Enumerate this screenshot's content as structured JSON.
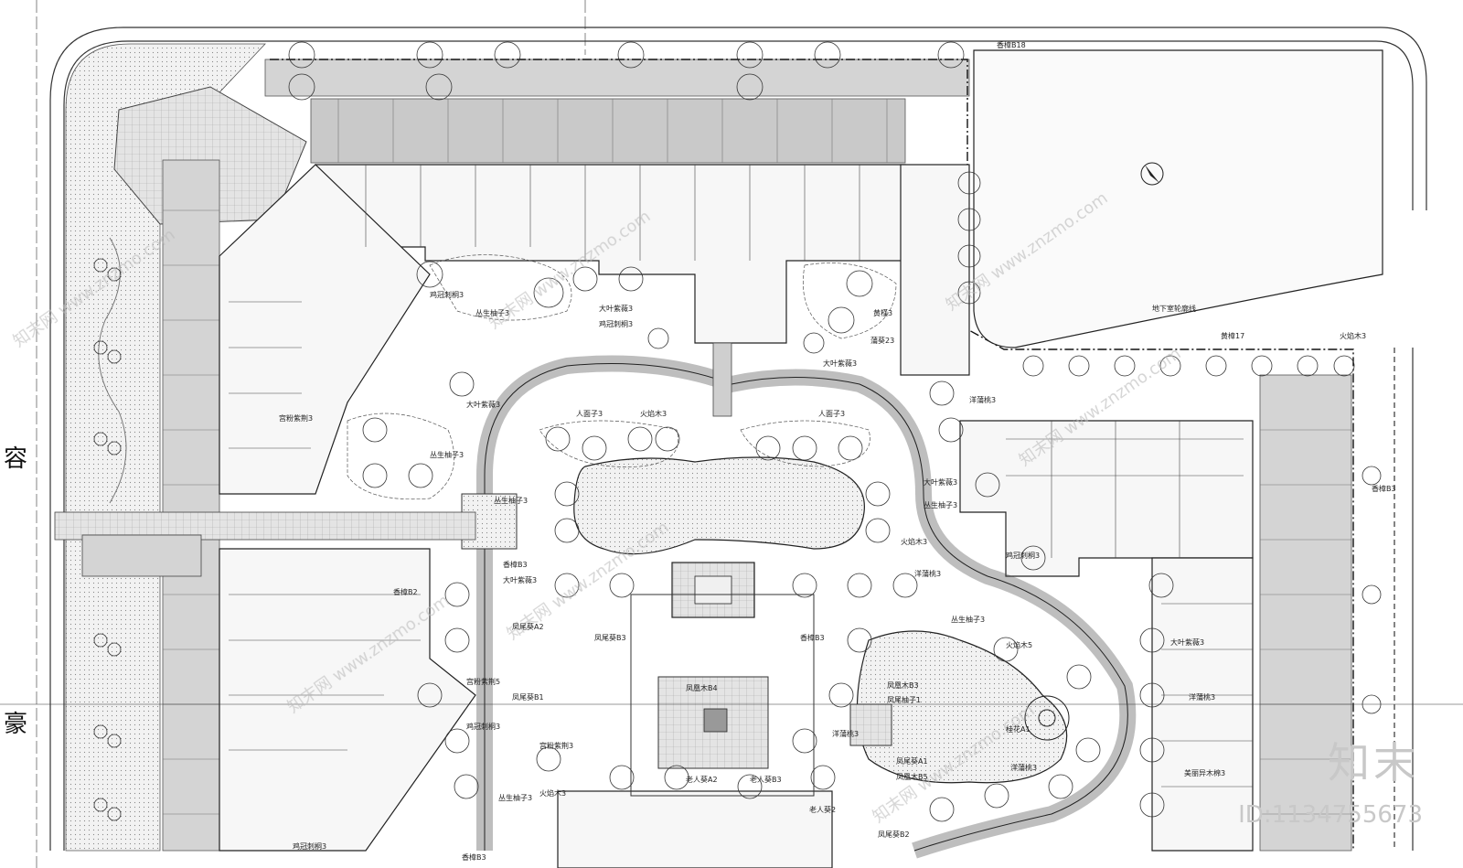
{
  "edge_text": {
    "left_top": "容",
    "left_bottom": "豪"
  },
  "labels": {
    "xiangzhang_b18": "香樟B18",
    "jiguan_ci_3a": "鸡冠刺桐3",
    "congsheng_youzi_3a": "丛生柚子3",
    "dayezitan_3a": "大叶紫薇3",
    "jiguan_ci_3b": "鸡冠刺桐3",
    "huanglan_3": "黄槿3",
    "pusong_23": "蒲葵23",
    "dayezitan_3b": "大叶紫薇3",
    "dayezitan_3c": "大叶紫薇3",
    "gongfen_zitan_3": "宫粉紫荆3",
    "congsheng_youzi_3b": "丛生柚子3",
    "renmianzi_3a": "人面子3",
    "huoyanmu_3a": "火焰木3",
    "renmianzi_3b": "人面子3",
    "dixia_shi": "地下室轮廓线",
    "huangzhang_17": "黄樟17",
    "huoyanmu_3b": "火焰木3",
    "yangzijing_3a": "洋蒲桃3",
    "dayezitan_3d": "大叶紫薇3",
    "congsheng_youzi_3c": "丛生柚子3",
    "huoyanmu_3c": "火焰木3",
    "congsheng_youzi_3d": "丛生柚子3",
    "jiguan_ci_3c": "鸡冠刺桐3",
    "xiangzhang_b3a": "香樟B3",
    "dayezitan_3e": "大叶紫薇3",
    "xiangzhang_b2": "香樟B2",
    "yangzijing_3b": "洋蒲桃3",
    "congsheng_youzi_3e": "丛生柚子3",
    "fengweikui_a2": "凤尾葵A2",
    "fengweikui_b3": "凤尾葵B3",
    "xiangzhang_b3b": "香樟B3",
    "huoyanmu_5": "火焰木5",
    "gongfen_zitan_5": "宫粉紫荆5",
    "fengweikui_b1": "凤尾葵B1",
    "fenghuangmu_b4": "凤凰木B4",
    "fenghuangmu_b3": "凤凰木B3",
    "fengweikui_1": "凤尾柚子1",
    "yangzijing_3c": "洋蒲桃3",
    "dayezitan_3f": "大叶紫薇3",
    "xiangzhang_b3c": "香樟B3",
    "jiguan_ci_3d": "鸡冠刺桐3",
    "gongfen_zitan_3b": "宫粉紫荆3",
    "yangzijing_3d": "洋蒲桃3",
    "laorenkui_a2": "老人葵A2",
    "laorenkui_b3": "老人葵B3",
    "fengweikui_a1": "凤尾葵A1",
    "fenghuangmu_b5": "凤凰木B5",
    "shihua_a1": "桂花A1",
    "yangzijing_3e": "洋蒲桃3",
    "huoyanmu_3d": "火焰木3",
    "congsheng_youzi_3f": "丛生柚子3",
    "meirui_3": "美丽异木棉3",
    "laorenkui_2": "老人葵2",
    "fengweikui_b2": "凤尾葵B2",
    "jiguan_ci_3e": "鸡冠刺桐3",
    "xiangzhang_b3d": "香樟B3"
  },
  "watermark": {
    "text": "知末网 www.znzmo.com",
    "brand": "知末",
    "id": "ID:1134755673"
  }
}
